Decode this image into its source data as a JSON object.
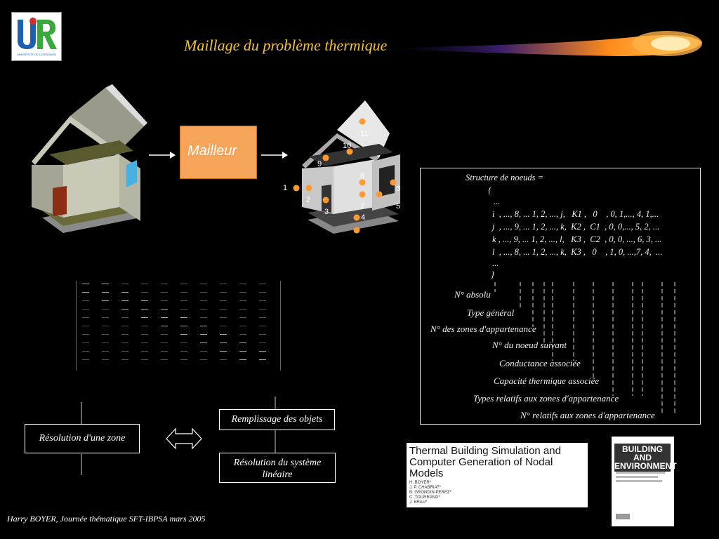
{
  "title": "Maillage du problème thermique",
  "mailleur_label": "Mailleur",
  "logo": {
    "letters": "UR",
    "caption": "UNIVERSITÉ DE LA RÉUNION"
  },
  "structure": {
    "lines": [
      "Structure de noeuds =",
      "{",
      "...",
      "i  , ..., 8, ... 1, 2, ..., j,   K1 ,   0    , 0, 1,..., 4, 1,...",
      "j  , ..., 9, ... 1, 2, ..., k,  K2 ,  C1  , 0, 0,..., 5, 2, ...",
      "k , ..., 9, ... 1, 2, ..., l,   K3 ,  C2  , 0, 0, ..., 6, 3, ...",
      "l  , ..., 8, ... 1, 2, ..., k,  K3 ,   0    , 1, 0, ...,7, 4,  ...",
      "...",
      "}"
    ],
    "labels": [
      "N° absolu",
      "Type général",
      "N° des zones d'appartenance",
      "N° du noeud suivant",
      "Conductance associée",
      "Capacité thermique associée",
      "Types relatifs aux zones d'appartenance",
      "N° relatifs aux zones d'appartenance"
    ]
  },
  "flow": {
    "zone": "Résolution d'une zone",
    "fill": "Remplissage des objets",
    "solve": "Résolution du système linéaire"
  },
  "nodes": [
    "1",
    "2",
    "3",
    "4",
    "5",
    "6",
    "7",
    "8",
    "9",
    "10",
    "11"
  ],
  "paper": {
    "title": "Thermal Building Simulation and Computer Generation of Nodal Models",
    "authors": [
      "H. BOYER*",
      "J. P. CHABRIAT*",
      "B. GRONDIN-PEREZ*",
      "C. TOURRAND*",
      "J. BRAU*"
    ]
  },
  "journal": {
    "title": "BUILDING AND ENVIRONMENT"
  },
  "footer": "Harry BOYER, Journée thématique SFT-IBPSA mars 2005",
  "colors": {
    "title": "#f2c23c",
    "mailleur": "#f5a45a",
    "node": "#ff9933",
    "swoosh": "#ff8c1a"
  }
}
